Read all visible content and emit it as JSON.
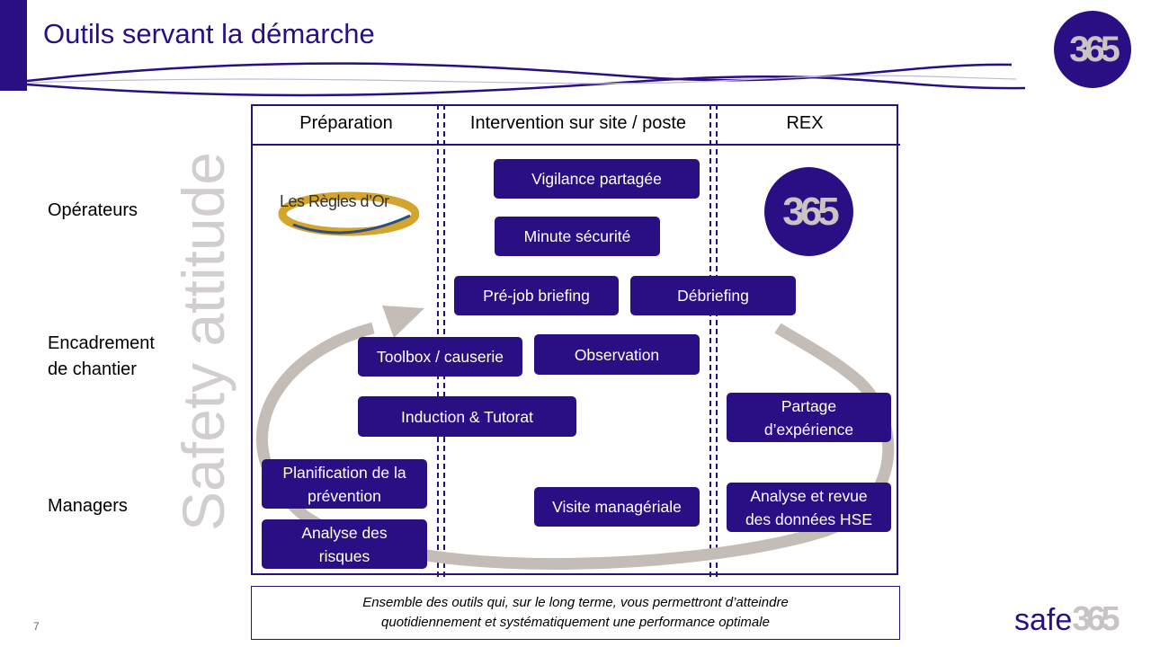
{
  "slide": {
    "title": "Outils servant la démarche",
    "watermark": "Safety attitude",
    "page_number": "7"
  },
  "logos": {
    "top_logo_text": "365",
    "rex_logo_text": "365",
    "regles_dor_text": "Les Règles d’Or",
    "brand_safe": "safe",
    "brand_365": "365"
  },
  "columns": [
    "Préparation",
    "Intervention sur site / poste",
    "REX"
  ],
  "rows": {
    "operateurs": "Opérateurs",
    "encadrement_line1": "Encadrement",
    "encadrement_line2": "de chantier",
    "managers": "Managers"
  },
  "tools": {
    "vigilance": "Vigilance partagée",
    "minute": "Minute sécurité",
    "prejob": "Pré-job briefing",
    "debriefing": "Débriefing",
    "toolbox": "Toolbox / causerie",
    "observation": "Observation",
    "induction": "Induction & Tutorat",
    "partage_l1": "Partage",
    "partage_l2": "d’expérience",
    "planif_l1": "Planification de la",
    "planif_l2": "prévention",
    "visite": "Visite managériale",
    "analyse_revue_l1": "Analyse et revue",
    "analyse_revue_l2": "des données HSE",
    "analyse_risques_l1": "Analyse des",
    "analyse_risques_l2": "risques"
  },
  "footer": {
    "line1": "Ensemble des outils qui, sur le long terme, vous permettront d’atteindre",
    "line2": "quotidiennement et systématiquement une performance optimale"
  },
  "colors": {
    "brand_purple": "#2a0e84",
    "logo_grey": "#c9c3c3",
    "arrow_grey": "#c4bcb6",
    "regles_gold": "#d4a52c"
  }
}
